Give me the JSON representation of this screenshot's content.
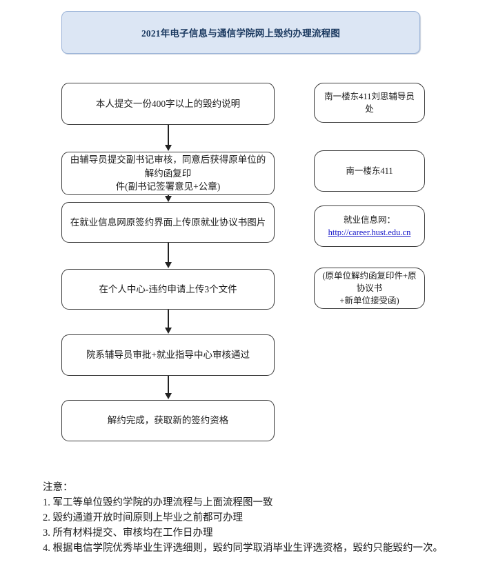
{
  "title": {
    "text": "2021年电子信息与通信学院网上毁约办理流程图",
    "fill_color": "#dce6f4",
    "border_color": "#9cb4d8",
    "text_color": "#17365d"
  },
  "flow": {
    "steps": [
      {
        "id": "step-1",
        "text": "本人提交一份400字以上的毁约说明"
      },
      {
        "id": "step-2",
        "text": "由辅导员提交副书记审核，同意后获得原单位的解约函复印\n件(副书记签署意见+公章)"
      },
      {
        "id": "step-3",
        "text": "在就业信息网原签约界面上传原就业协议书图片"
      },
      {
        "id": "step-4",
        "text": "在个人中心-违约申请上传3个文件"
      },
      {
        "id": "step-5",
        "text": "院系辅导员审批+就业指导中心审核通过"
      },
      {
        "id": "step-6",
        "text": "解约完成，获取新的签约资格"
      }
    ],
    "connector_count": 5,
    "connector_color": "#222222"
  },
  "annotations": [
    {
      "id": "note-1",
      "text": "南一楼东411刘思辅导员处"
    },
    {
      "id": "note-2",
      "text": "南一楼东411"
    },
    {
      "id": "note-3",
      "label": "就业信息网：",
      "link_text": "http://career.hust.edu.cn",
      "link_color": "#1414c8"
    },
    {
      "id": "note-4",
      "text": "(原单位解约函复印件+原协议书\n+新单位接受函)"
    }
  ],
  "notes": {
    "heading": "注意：",
    "items": [
      "1. 军工等单位毁约学院的办理流程与上面流程图一致",
      "2. 毁约通道开放时间原则上毕业之前都可办理",
      "3. 所有材料提交、审核均在工作日办理",
      "4. 根据电信学院优秀毕业生评选细则，毁约同学取消毕业生评选资格，毁约只能毁约一次。"
    ]
  }
}
